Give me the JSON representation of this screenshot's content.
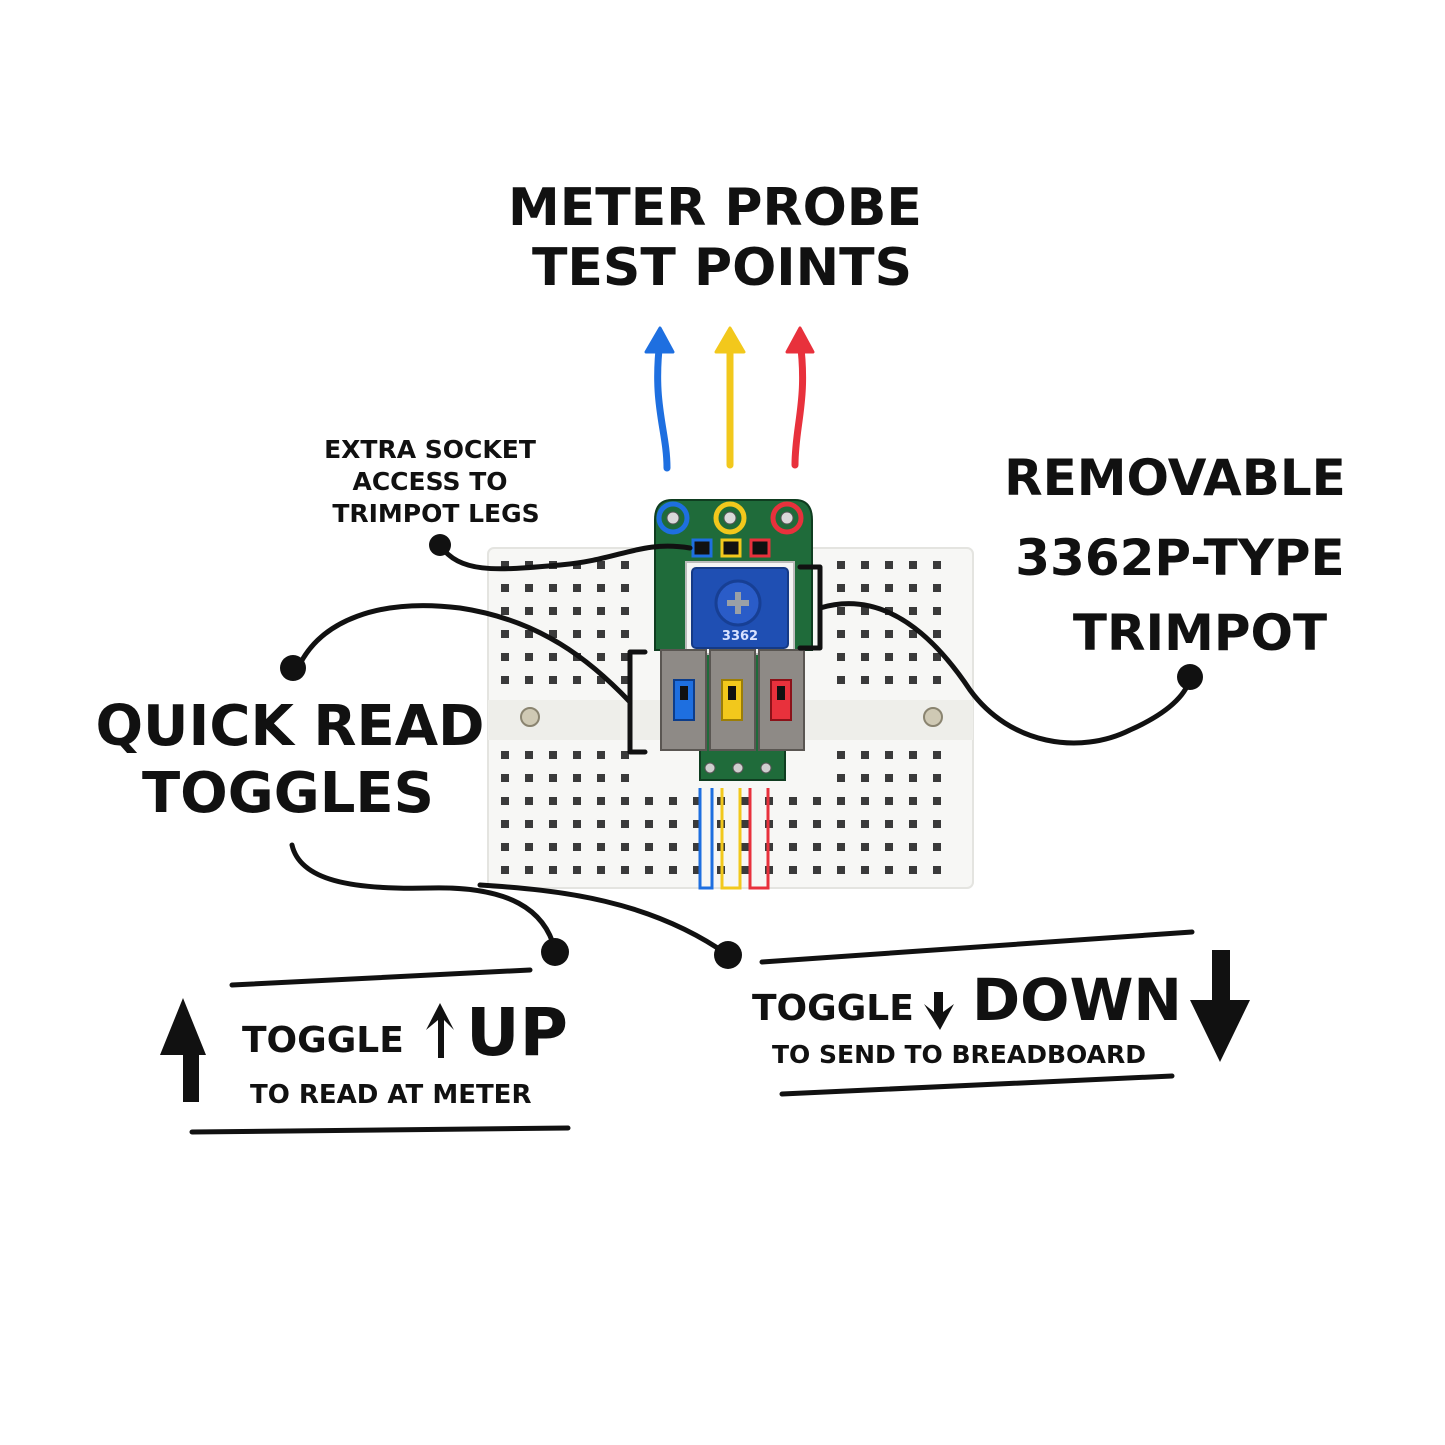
{
  "title": {
    "line1": "METER PROBE",
    "line2": "TEST POINTS"
  },
  "labels": {
    "extra_socket": {
      "line1": "EXTRA SOCKET",
      "line2": "ACCESS TO",
      "line3": "TRIMPOT LEGS"
    },
    "removable": {
      "line1": "REMOVABLE",
      "line2": "3362P-TYPE",
      "line3": "TRIMPOT"
    },
    "quick_read": {
      "line1": "QUICK READ",
      "line2": "TOGGLES"
    }
  },
  "toggle_up": {
    "word": "TOGGLE",
    "emphasis": "UP",
    "caption": "TO READ AT METER"
  },
  "toggle_down": {
    "word": "TOGGLE",
    "emphasis": "DOWN",
    "caption": "TO SEND TO BREADBOARD"
  },
  "trimpot": {
    "marking": "3362"
  },
  "colors": {
    "blue": "#1e6fe0",
    "yellow": "#f2c81c",
    "red": "#e8313c",
    "pcb": "#1f6b3a",
    "ink": "#111111"
  }
}
